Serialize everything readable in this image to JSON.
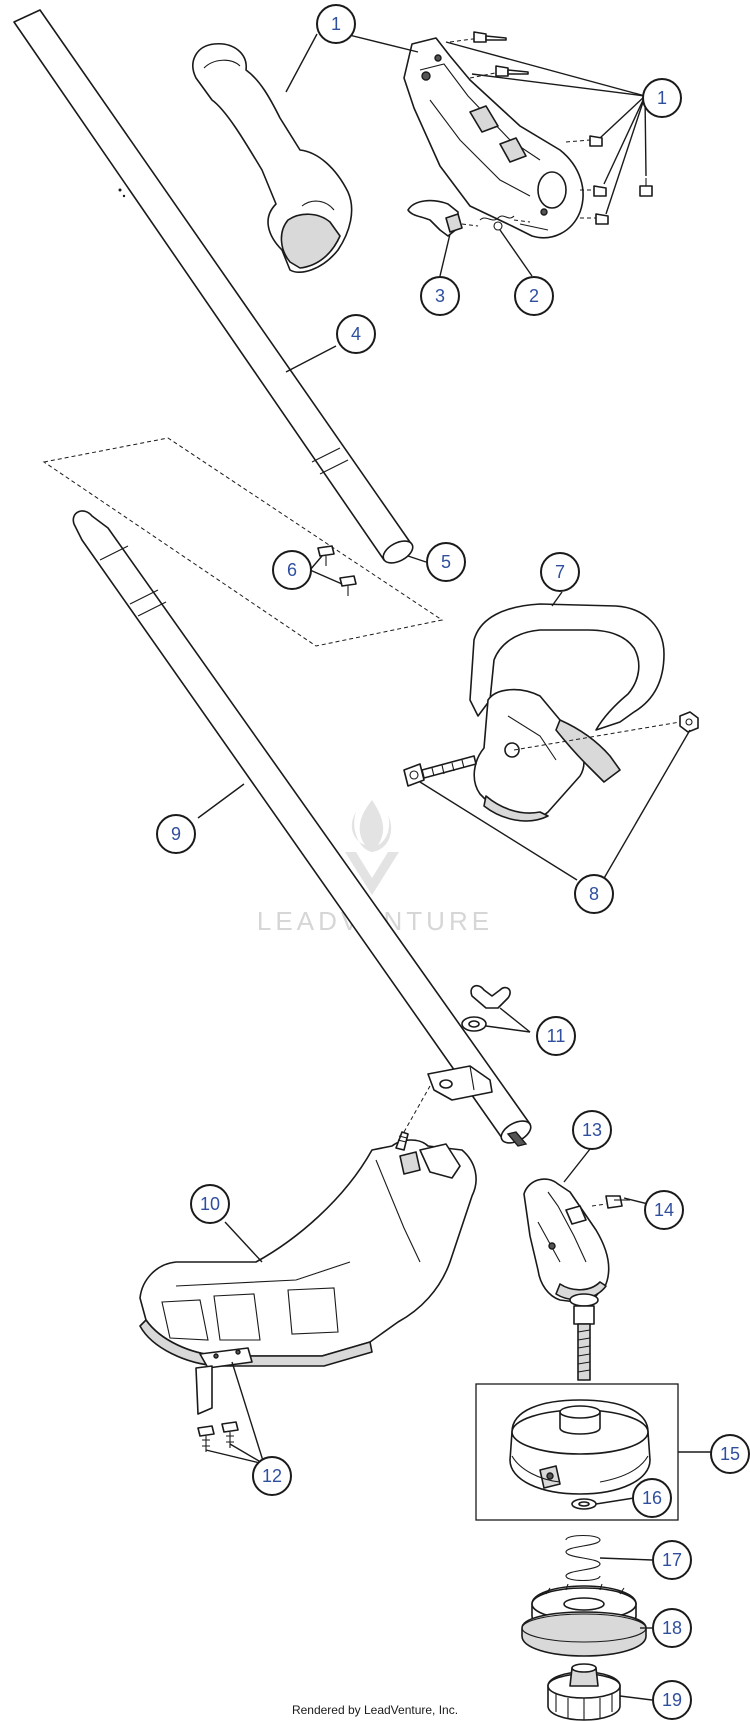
{
  "watermark": {
    "brand": "LEADVENTURE",
    "icon": "flame-v-logo-icon"
  },
  "footer": {
    "credit": "Rendered by LeadVenture, Inc."
  },
  "callouts": [
    {
      "key": "c1a",
      "label": "1"
    },
    {
      "key": "c1b",
      "label": "1"
    },
    {
      "key": "c2",
      "label": "2"
    },
    {
      "key": "c3",
      "label": "3"
    },
    {
      "key": "c4",
      "label": "4"
    },
    {
      "key": "c5",
      "label": "5"
    },
    {
      "key": "c6",
      "label": "6"
    },
    {
      "key": "c7",
      "label": "7"
    },
    {
      "key": "c8",
      "label": "8"
    },
    {
      "key": "c9",
      "label": "9"
    },
    {
      "key": "c10",
      "label": "10"
    },
    {
      "key": "c11",
      "label": "11"
    },
    {
      "key": "c12",
      "label": "12"
    },
    {
      "key": "c13",
      "label": "13"
    },
    {
      "key": "c14",
      "label": "14"
    },
    {
      "key": "c15",
      "label": "15"
    },
    {
      "key": "c16",
      "label": "16"
    },
    {
      "key": "c17",
      "label": "17"
    },
    {
      "key": "c18",
      "label": "18"
    },
    {
      "key": "c19",
      "label": "19"
    }
  ]
}
